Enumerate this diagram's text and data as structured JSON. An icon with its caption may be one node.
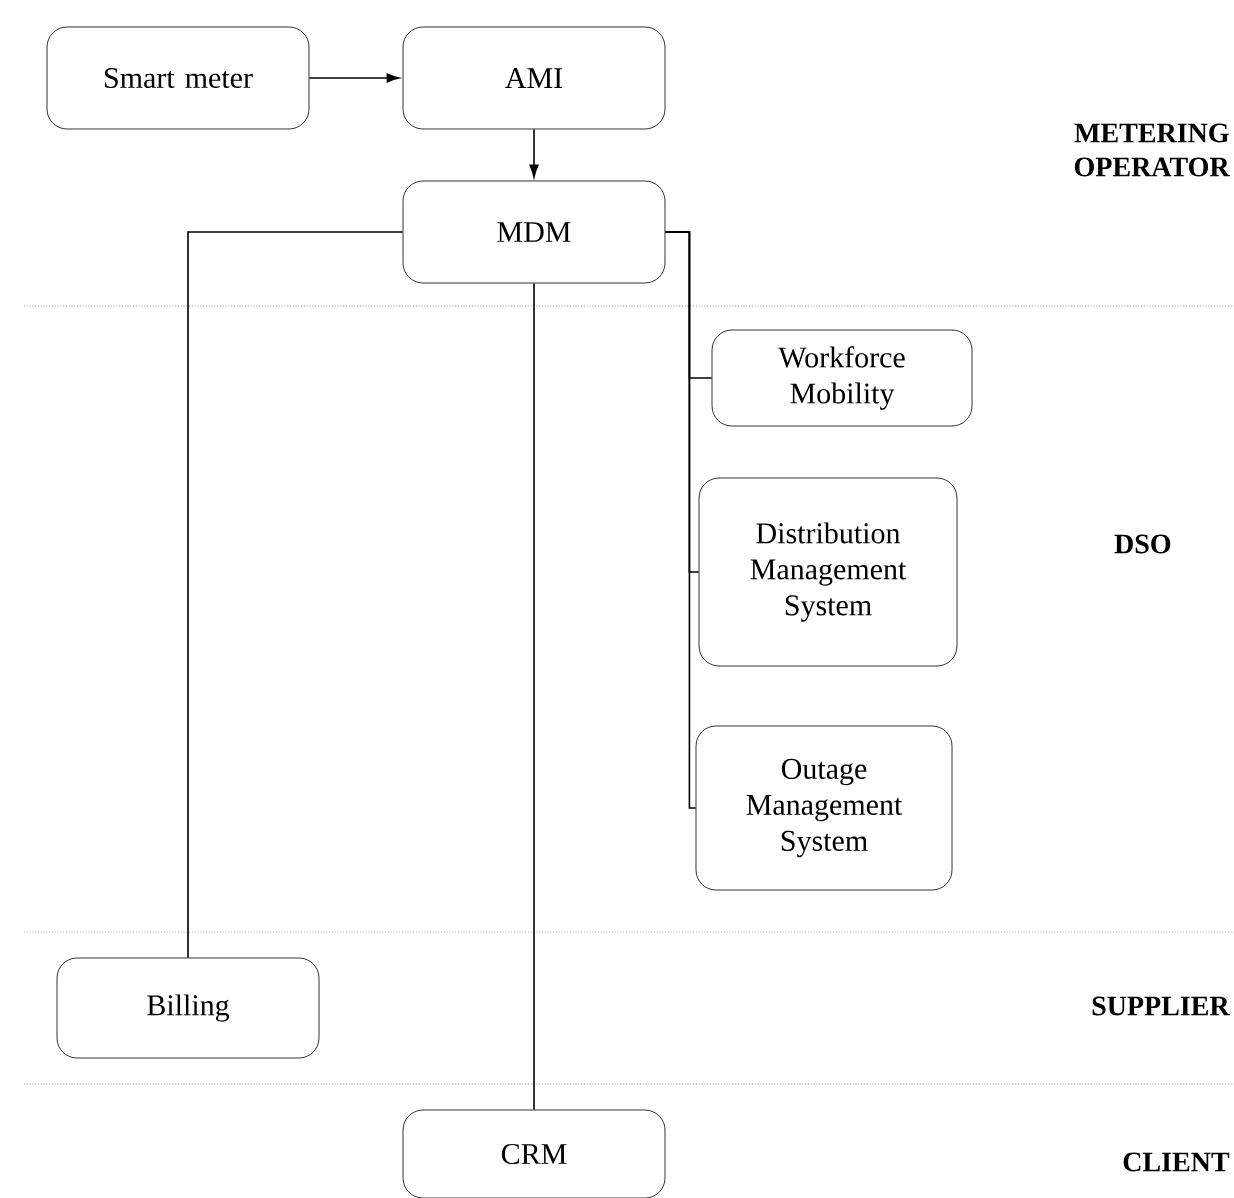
{
  "diagram": {
    "nodes": [
      {
        "text": [
          "Smart meter"
        ]
      },
      {
        "text": [
          "AMI"
        ]
      },
      {
        "text": [
          "MDM"
        ]
      },
      {
        "text": [
          "Workforce Mobility"
        ]
      },
      {
        "text": [
          "Distribution Management System"
        ]
      },
      {
        "text": [
          "Outage Management System"
        ]
      },
      {
        "text": [
          "Billing"
        ]
      },
      {
        "text": [
          "CRM"
        ]
      }
    ],
    "edges": [
      {
        "from": 0,
        "to": 1,
        "arrow": "to"
      },
      {
        "from": 1,
        "to": 2,
        "arrow": "to"
      },
      {
        "from": 2,
        "to": 6,
        "arrow": "none"
      },
      {
        "from": 2,
        "to": 7,
        "arrow": "none"
      },
      {
        "from": 2,
        "to": 3,
        "arrow": "none"
      },
      {
        "from": 2,
        "to": 4,
        "arrow": "none"
      },
      {
        "from": 2,
        "to": 5,
        "arrow": "none"
      }
    ],
    "labels": [
      "METERING OPERATOR",
      "DSO",
      "SUPPLIER",
      "CLIENT"
    ]
  }
}
